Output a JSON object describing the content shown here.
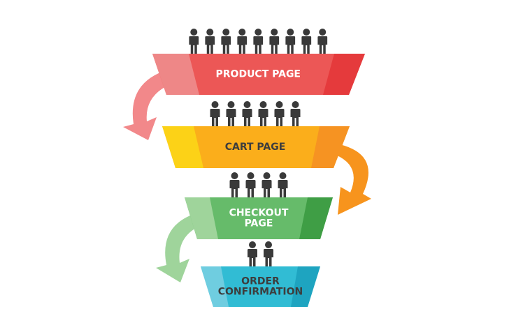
{
  "stages": [
    {
      "id": "product-page",
      "label_lines": [
        "PRODUCT PAGE"
      ],
      "people": 9,
      "colors": {
        "left": "#ee8787",
        "main": "#ec5756",
        "right": "#e53a3c",
        "text": "#ffffff"
      }
    },
    {
      "id": "cart-page",
      "label_lines": [
        "CART PAGE"
      ],
      "people": 6,
      "colors": {
        "left": "#fcd217",
        "main": "#fbae1b",
        "right": "#f69322",
        "text": "#3d3d3d"
      }
    },
    {
      "id": "checkout-page",
      "label_lines": [
        "CHECKOUT",
        "PAGE"
      ],
      "people": 4,
      "colors": {
        "left": "#9fd49b",
        "main": "#66bb6a",
        "right": "#3f9e45",
        "text": "#ffffff"
      }
    },
    {
      "id": "order-confirmation",
      "label_lines": [
        "ORDER",
        "CONFIRMATION"
      ],
      "people": 2,
      "colors": {
        "left": "#6fcde0",
        "main": "#31bcd4",
        "right": "#1ea4c0",
        "text": "#3d3d3d"
      }
    }
  ],
  "arrows": [
    {
      "id": "product-to-cart",
      "icon": "curved-arrow-icon",
      "color": "#f2888a"
    },
    {
      "id": "cart-to-checkout",
      "icon": "curved-arrow-icon",
      "color": "#f7941d"
    },
    {
      "id": "checkout-to-confirmation",
      "icon": "curved-arrow-icon",
      "color": "#9fd49b"
    }
  ],
  "person_icon": "person-icon",
  "person_color": "#3a3a3a"
}
